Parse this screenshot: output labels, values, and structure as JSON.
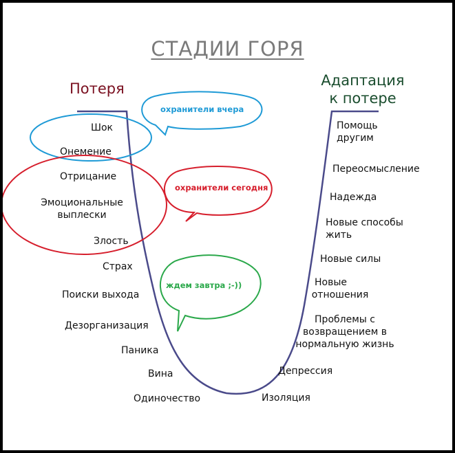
{
  "title": "СТАДИИ ГОРЯ",
  "loss_label": "Потеря",
  "adaptation_label": [
    "Адаптация",
    "к потере"
  ],
  "colors": {
    "loss": "#7a1020",
    "adaptation": "#1a4d2e",
    "title": "#7a7a7a",
    "curve": "#4a4a8a",
    "blue": "#1e9ad6",
    "red": "#d61e2c",
    "green": "#2aa84a"
  },
  "left_stages": [
    "Шок",
    "Онемение",
    "Отрицание",
    "Эмоциональные выплески",
    "Злость",
    "Страх",
    "Поиски выхода",
    "Дезорганизация",
    "Паника",
    "Вина",
    "Одиночество"
  ],
  "right_stages": [
    "Помощь другим",
    "Переосмысление",
    "Надежда",
    "Новые способы жить",
    "Новые силы",
    "Новые отношения",
    "Проблемы с возвращением в нормальную жизнь",
    "Депрессия",
    "Изоляция"
  ],
  "bubbles": {
    "yesterday": "охранители вчера",
    "today": "охранители сегодня",
    "tomorrow": "ждем завтра ;-))"
  },
  "stage_lines": {
    "emotional": [
      "Эмоциональные",
      "выплески"
    ],
    "help": [
      "Помощь",
      "другим"
    ],
    "new_ways": [
      "Новые способы",
      "жить"
    ],
    "new_rel": [
      "Новые",
      "отношения"
    ],
    "problems": [
      "Проблемы с",
      "возвращением в",
      "нормальную жизнь"
    ]
  }
}
